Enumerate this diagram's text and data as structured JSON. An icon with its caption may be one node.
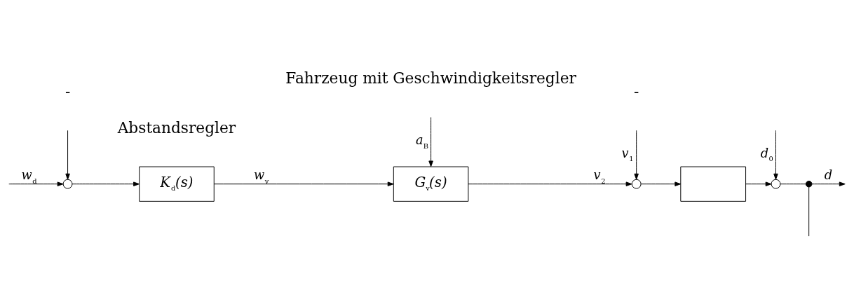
{
  "diagram": {
    "nodes": [
      {
        "text": [],
        "shape": "circle"
      },
      {
        "text": [
          "K$_{d}$(s)"
        ]
      },
      {
        "text": [
          "G$_{v}$(s)"
        ]
      },
      {
        "text": [],
        "shape": "circle"
      },
      {
        "text": [],
        "shape": "box"
      },
      {
        "text": [],
        "shape": "circle"
      },
      {
        "text": [],
        "shape": "dot"
      }
    ],
    "edges": [
      {
        "from": null,
        "to": 0,
        "arrow": "to",
        "label": "w$_{d}$"
      },
      {
        "from": 0,
        "to": 1,
        "arrow": "to"
      },
      {
        "from": 1,
        "to": 2,
        "arrow": "to",
        "label": "w$_{v}$"
      },
      {
        "from": null,
        "to": 2,
        "arrow": "to",
        "label": "a$_{B}$"
      },
      {
        "from": 2,
        "to": 3,
        "arrow": "to",
        "label": "v$_{2}$"
      },
      {
        "from": null,
        "to": 3,
        "arrow": "to",
        "label": "v$_{1}$"
      },
      {
        "from": 3,
        "to": 4,
        "arrow": "to"
      },
      {
        "from": 4,
        "to": 5,
        "arrow": "to"
      },
      {
        "from": null,
        "to": 5,
        "arrow": "to",
        "label": "d$_{0}$"
      },
      {
        "from": 5,
        "to": 6,
        "arrow": "none"
      },
      {
        "from": 6,
        "to": null,
        "arrow": "none"
      },
      {
        "from": 6,
        "to": null,
        "arrow": "to",
        "label": "d"
      },
      {
        "from": null,
        "to": 0,
        "arrow": "to"
      }
    ],
    "labels": [
      "Fahrzeug mit Geschwindigkeitsregler",
      "Abstandsregler",
      "-",
      "-"
    ]
  }
}
